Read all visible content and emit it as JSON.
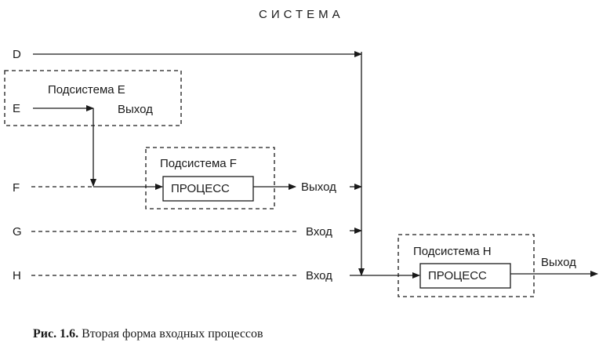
{
  "title": "СИСТЕМА",
  "inputs": [
    "D",
    "E",
    "F",
    "G",
    "H"
  ],
  "subsystem_e": {
    "title": "Подсистема E",
    "output": "Выход"
  },
  "subsystem_f": {
    "title": "Подсистема F",
    "process": "ПРОЦЕСС",
    "output": "Выход"
  },
  "subsystem_h": {
    "title": "Подсистема H",
    "process": "ПРОЦЕСС",
    "output": "Выход"
  },
  "labels": {
    "input_g": "Вход",
    "input_h": "Вход"
  },
  "caption": {
    "prefix": "Рис. 1.6.",
    "text": "Вторая форма входных процессов"
  }
}
